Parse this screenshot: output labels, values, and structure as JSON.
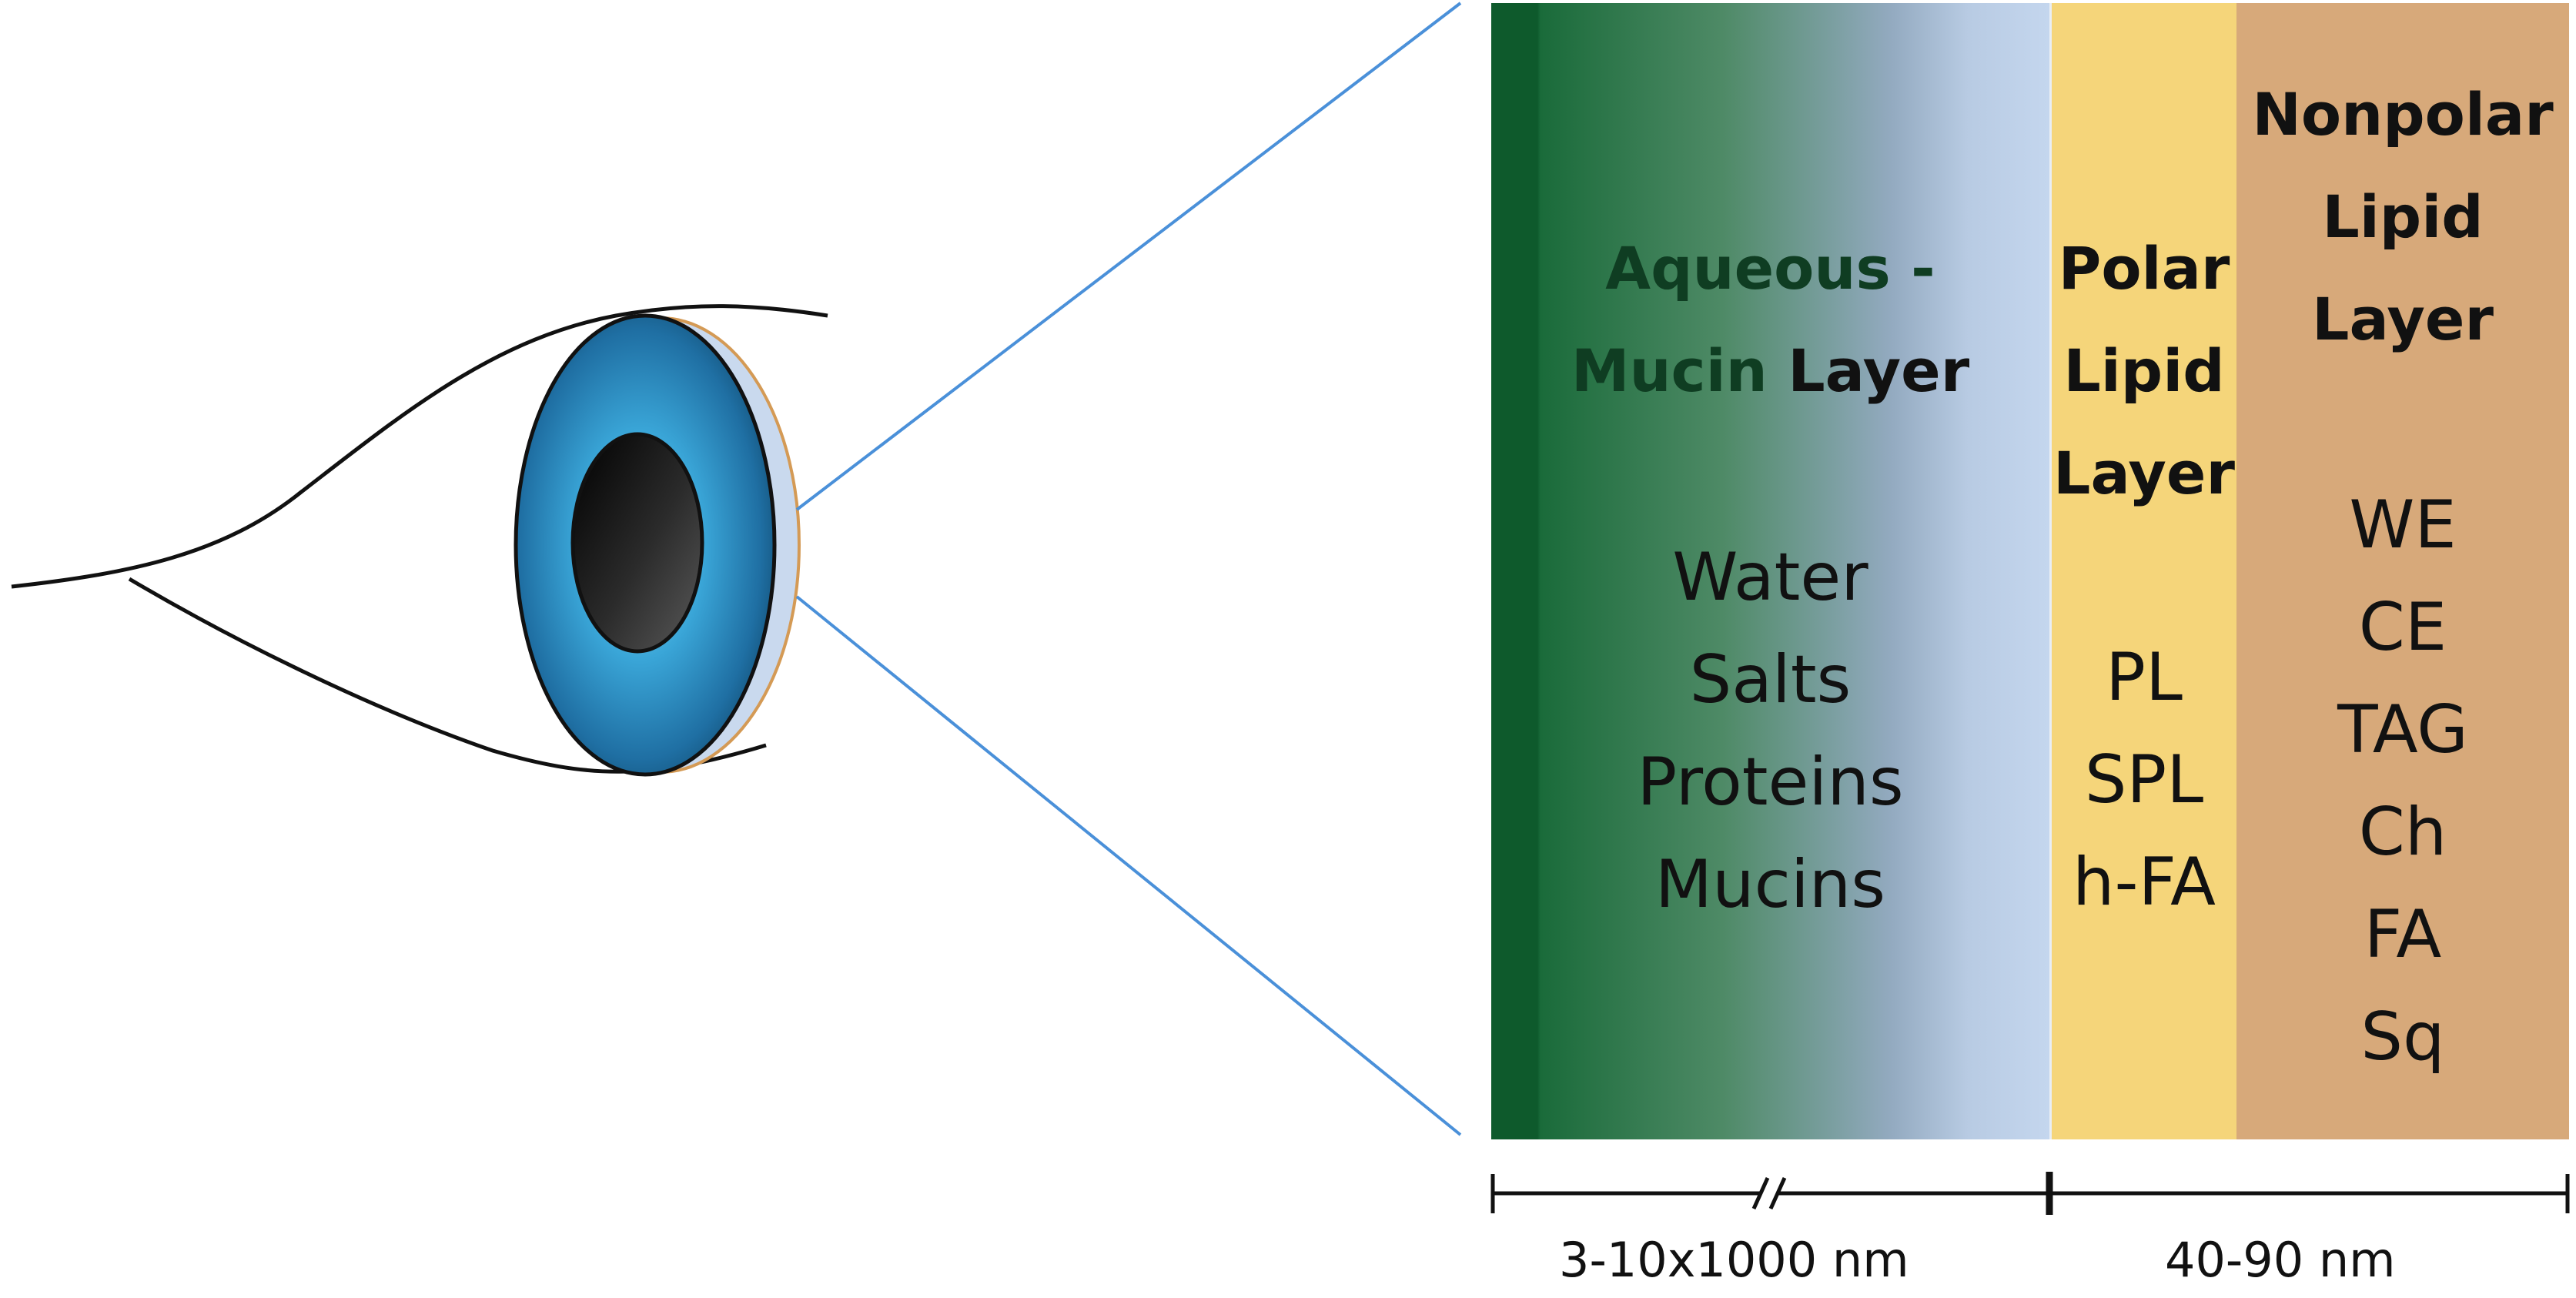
{
  "layers": {
    "aqueous": {
      "title_part1": "Aqueous -",
      "title_part2": "Mucin",
      "title_part3": "Layer",
      "items": [
        "Water",
        "Salts",
        "Proteins",
        "Mucins"
      ]
    },
    "polar": {
      "title_lines": [
        "Polar",
        "Lipid",
        "Layer"
      ],
      "items": [
        "PL",
        "SPL",
        "h-FA"
      ]
    },
    "nonpolar": {
      "title_lines": [
        "Nonpolar",
        "Lipid",
        "Layer"
      ],
      "items": [
        "WE",
        "CE",
        "TAG",
        "Ch",
        "FA",
        "Sq"
      ]
    }
  },
  "scale": {
    "left_label": "3-10x1000 nm",
    "right_label": "40-90 nm"
  },
  "colors": {
    "mucin_green": "#0e5a2c",
    "aqueous_blue": "#c4d6ee",
    "polar_yellow": "#f5d57a",
    "nonpolar_tan": "#d7a97a",
    "iris_blue": "#2e86c1",
    "zoom_line": "#4a90d9"
  }
}
